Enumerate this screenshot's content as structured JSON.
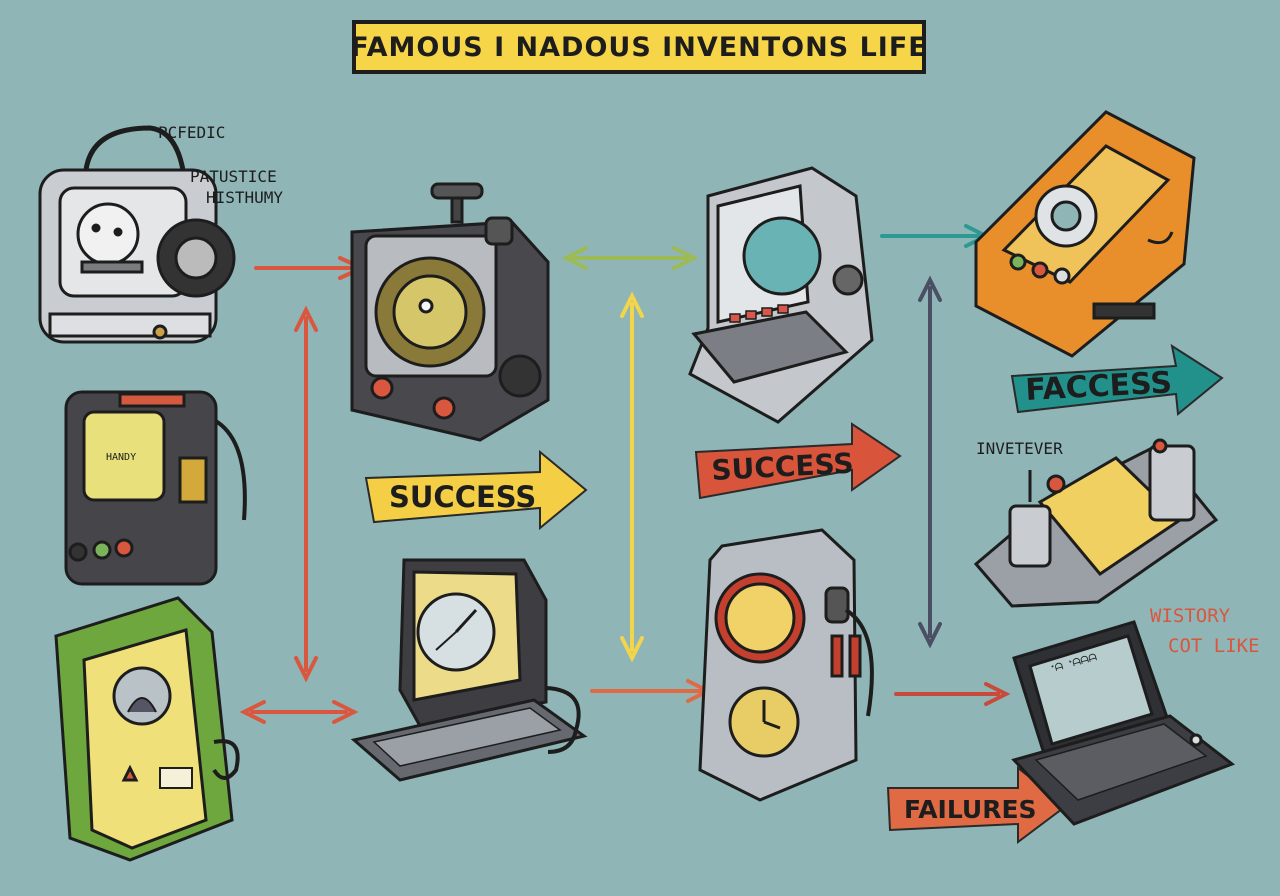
{
  "title": "FAMOUS I NADOUS INVENTONS LIFE",
  "labels": {
    "pcfedic": "PCFEDIC",
    "patustice": "PATUSTICE",
    "histhumy": "HISTHUMY",
    "invetever": "INVETEVER",
    "wistory": "WISTORY",
    "cot_like": "COT LIKE"
  },
  "banners": {
    "success_yellow": "SUCCESS",
    "success_red": "SUCCESS",
    "faccess": "FACCESS",
    "failures": "FAILURES"
  },
  "device_text": {
    "handy": "HANDY",
    "screen_scribble": "ᐩᗩ ᐩᗩᗩᗩ"
  },
  "colors": {
    "background": "#8fb5b7",
    "title_fill": "#f6d548",
    "arrow_red": "#d9573e",
    "arrow_yellow": "#f2d54a",
    "arrow_green": "#9dbb55",
    "arrow_teal": "#2a9a93",
    "arrow_slate": "#4a4f63",
    "banner_yellow": "#f4cf45",
    "banner_red": "#d8543a",
    "banner_teal": "#22918b",
    "banner_orange": "#e06a44"
  }
}
